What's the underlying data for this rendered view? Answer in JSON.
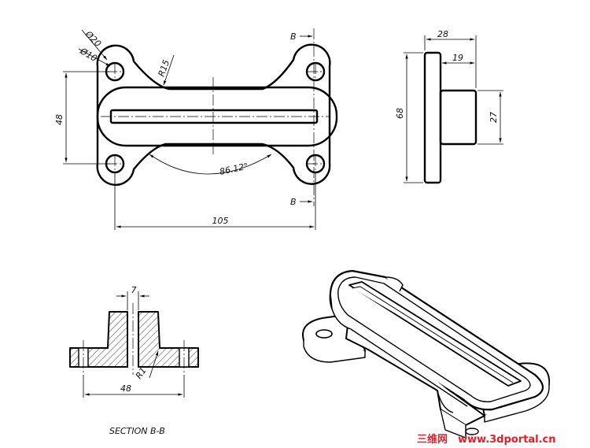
{
  "dimensions": {
    "dia_outer": "Ø20",
    "dia_inner": "Ø10",
    "radius_top": "R15",
    "height_front": "48",
    "angle": "86.12°",
    "length": "105",
    "depth_total": "28",
    "depth_boss": "19",
    "height_side": "68",
    "boss_height": "27",
    "slot_width": "7",
    "section_width": "48",
    "fillet": "R1"
  },
  "section": {
    "marker_top": "B",
    "marker_bottom": "B",
    "caption": "SECTION B-B"
  },
  "watermark": {
    "cn_text": "三维网",
    "url_text": "www.3dportal.cn",
    "cn_color": "#e0202a",
    "url_color": "#e0202a"
  }
}
